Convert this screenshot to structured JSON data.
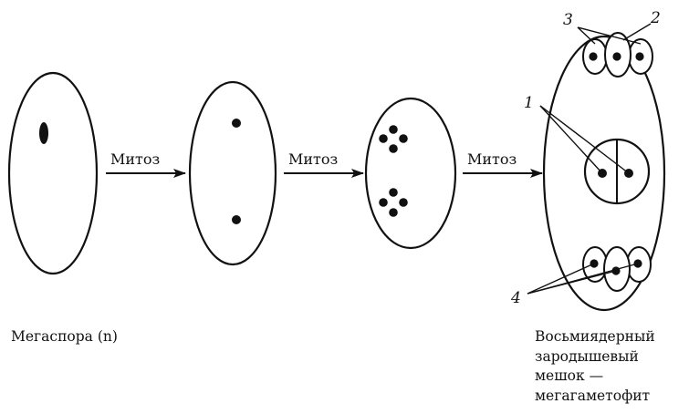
{
  "arrows": {
    "mitosis_1": "Митоз",
    "mitosis_2": "Митоз",
    "mitosis_3": "Митоз"
  },
  "captions": {
    "megaspore": "Мегаспора (n)",
    "embryo_sac_lines": [
      "Восьмиядерный",
      "зародышевый",
      "мешок —",
      "мегагаметофит"
    ]
  },
  "markers": {
    "m1": "1",
    "m2": "2",
    "m3": "3",
    "m4": "4"
  }
}
